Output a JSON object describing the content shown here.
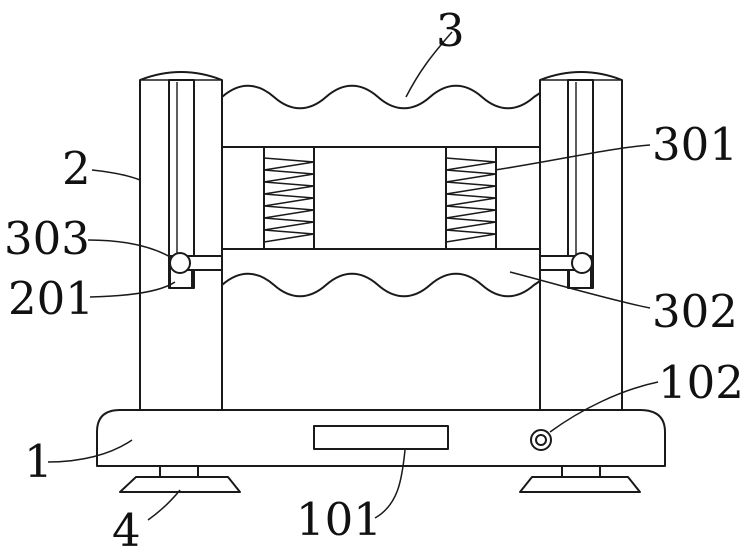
{
  "labels": {
    "l1": "1",
    "l101": "101",
    "l102": "102",
    "l2": "2",
    "l201": "201",
    "l3": "3",
    "l301": "301",
    "l302": "302",
    "l303": "303",
    "l4": "4"
  },
  "colors": {
    "stroke": "#1a1a1a",
    "background": "#ffffff",
    "text": "#111111"
  }
}
